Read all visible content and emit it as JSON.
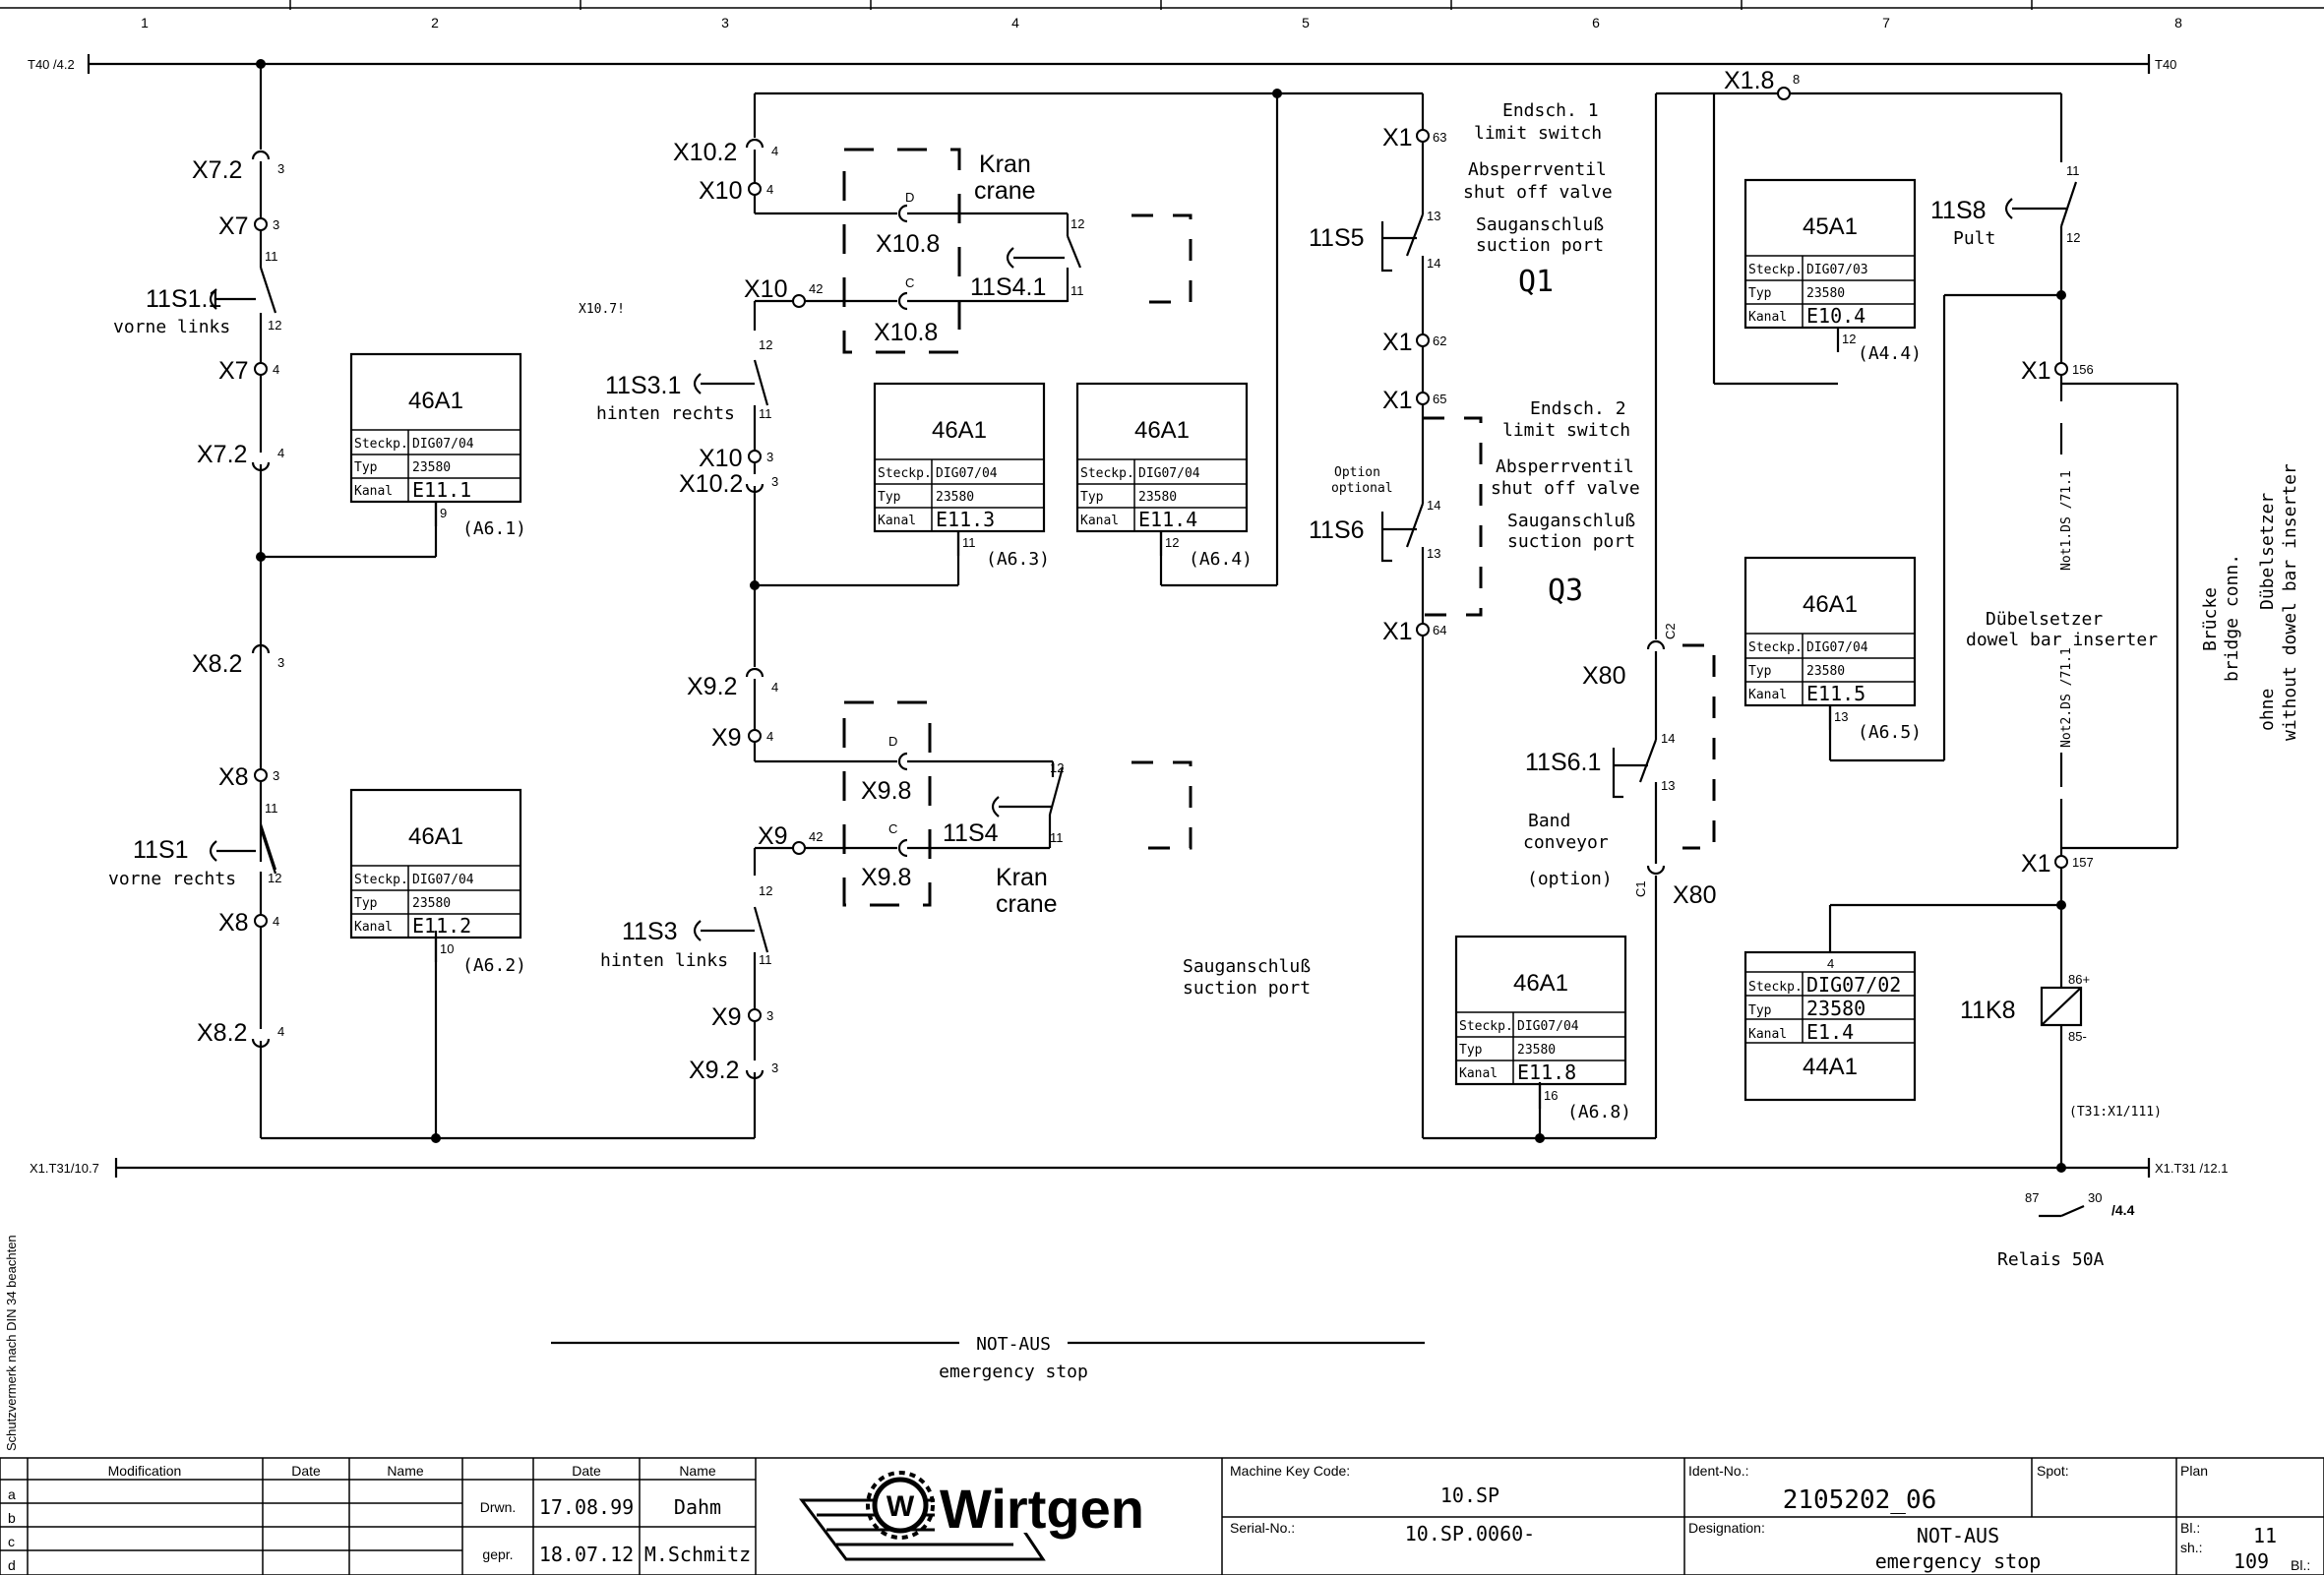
{
  "grid_columns": [
    "1",
    "2",
    "3",
    "4",
    "5",
    "6",
    "7",
    "8"
  ],
  "grid_rows": [
    "a",
    "b",
    "c",
    "d"
  ],
  "rails": {
    "top_left": "T40 /4.2",
    "top_right": "T40",
    "bottom_left": "X1.T31/10.7",
    "bottom_right": "X1.T31 /12.1"
  },
  "side_note": "Schutzvermerk nach DIN 34 beachten",
  "stray_note": "X10.7!",
  "terminals": {
    "x7_2_top": "X7.2",
    "x7_2_top_pin": "3",
    "x7_a": "X7",
    "x7_a_pin": "3",
    "x7_b": "X7",
    "x7_b_pin": "4",
    "x7_2_bot": "X7.2",
    "x7_2_bot_pin": "4",
    "x8_2_top": "X8.2",
    "x8_2_top_pin": "3",
    "x8_a": "X8",
    "x8_a_pin": "3",
    "x8_b": "X8",
    "x8_b_pin": "4",
    "x8_2_bot": "X8.2",
    "x8_2_bot_pin": "4",
    "x10_2_top": "X10.2",
    "x10_2_top_pin": "4",
    "x10_a": "X10",
    "x10_a_pin": "4",
    "x10_b": "X10",
    "x10_b_pin": "42",
    "x10_c": "X10",
    "x10_c_pin": "3",
    "x10_2_bot": "X10.2",
    "x10_2_bot_pin": "3",
    "x10_8_d": "X10.8",
    "x10_8_c": "X10.8",
    "x9_2_top": "X9.2",
    "x9_2_top_pin": "4",
    "x9_a": "X9",
    "x9_a_pin": "4",
    "x9_b": "X9",
    "x9_b_pin": "42",
    "x9_c": "X9",
    "x9_c_pin": "3",
    "x9_2_bot": "X9.2",
    "x9_2_bot_pin": "3",
    "x9_8_d": "X9.8",
    "x9_8_c": "X9.8",
    "x1_63": "X1",
    "x1_63_pin": "63",
    "x1_62": "X1",
    "x1_62_pin": "62",
    "x1_65": "X1",
    "x1_65_pin": "65",
    "x1_64": "X1",
    "x1_64_pin": "64",
    "x1_8": "X1.8",
    "x1_8_pin": "8",
    "x1_156": "X1",
    "x1_156_pin": "156",
    "x1_157": "X1",
    "x1_157_pin": "157",
    "x80_top": "X80",
    "x80_top_pin": "C2",
    "x80_bot": "X80",
    "x80_bot_pin": "C1",
    "letter_d": "D",
    "letter_c": "C"
  },
  "switches": {
    "s11s1_1": {
      "name": "11S1.1",
      "desc": "vorne links",
      "p1": "11",
      "p2": "12"
    },
    "s11s1": {
      "name": "11S1",
      "desc": "vorne rechts",
      "p1": "11",
      "p2": "12"
    },
    "s11s3_1": {
      "name": "11S3.1",
      "desc": "hinten rechts",
      "p1": "12",
      "p2": "11"
    },
    "s11s3": {
      "name": "11S3",
      "desc": "hinten links",
      "p1": "12",
      "p2": "11"
    },
    "s11s4_1": {
      "name": "11S4.1",
      "p1": "12",
      "p2": "11"
    },
    "s11s4": {
      "name": "11S4",
      "p1": "12",
      "p2": "11"
    },
    "s11s5": {
      "name": "11S5",
      "p1": "13",
      "p2": "14"
    },
    "s11s6": {
      "name": "11S6",
      "p1": "14",
      "p2": "13"
    },
    "s11s6_1": {
      "name": "11S6.1",
      "p1": "14",
      "p2": "13"
    },
    "s11s8": {
      "name": "11S8",
      "desc": "Pult",
      "p1": "11",
      "p2": "12"
    }
  },
  "notes": {
    "kran1": "Kran",
    "crane1": "crane",
    "kran2": "Kran",
    "crane2": "crane",
    "endsch1_a": "Endsch. 1",
    "endsch1_b": "limit switch",
    "abs1_a": "Absperrventil",
    "abs1_b": "shut off valve",
    "saug1_a": "Sauganschluß",
    "saug1_b": "suction port",
    "q1": "Q1",
    "endsch2_a": "Endsch. 2",
    "endsch2_b": "limit switch",
    "abs2_a": "Absperrventil",
    "abs2_b": "shut off valve",
    "saug2_a": "Sauganschluß",
    "saug2_b": "suction port",
    "q3": "Q3",
    "option_a": "Option",
    "option_b": "optional",
    "saug3_a": "Sauganschluß",
    "saug3_b": "suction port",
    "band_a": "Band",
    "band_b": "conveyor",
    "band_c": "(option)",
    "dub_a": "Dübelsetzer",
    "dub_b": "dowel bar inserter",
    "bruecke_a": "Brücke",
    "bruecke_b": "bridge conn.",
    "ohne_a": "ohne",
    "ohne_b": "Dübelsetzer",
    "ohne_c": "without dowel bar inserter",
    "notds1": "Not1.DS /71.1",
    "notds2": "Not2.DS /71.1",
    "relay_name": "11K8",
    "relay_p1": "86+",
    "relay_p2": "85-",
    "relay_ref": "(T31:X1/111)",
    "relay_c1": "87",
    "relay_c2": "30",
    "relay_cref": "/4.4",
    "relay_desc": "Relais 50A"
  },
  "modules": [
    {
      "id": "m1",
      "name": "46A1",
      "steckp": "DIG07/04",
      "typ": "23580",
      "kanal": "E11.1",
      "pin": "9",
      "ref": "(A6.1)"
    },
    {
      "id": "m2",
      "name": "46A1",
      "steckp": "DIG07/04",
      "typ": "23580",
      "kanal": "E11.2",
      "pin": "10",
      "ref": "(A6.2)"
    },
    {
      "id": "m3",
      "name": "46A1",
      "steckp": "DIG07/04",
      "typ": "23580",
      "kanal": "E11.3",
      "pin": "11",
      "ref": "(A6.3)"
    },
    {
      "id": "m4",
      "name": "46A1",
      "steckp": "DIG07/04",
      "typ": "23580",
      "kanal": "E11.4",
      "pin": "12",
      "ref": "(A6.4)"
    },
    {
      "id": "m5",
      "name": "46A1",
      "steckp": "DIG07/04",
      "typ": "23580",
      "kanal": "E11.8",
      "pin": "16",
      "ref": "(A6.8)"
    },
    {
      "id": "m6",
      "name": "45A1",
      "steckp": "DIG07/03",
      "typ": "23580",
      "kanal": "E10.4",
      "pin": "12",
      "ref": "(A4.4)"
    },
    {
      "id": "m7",
      "name": "46A1",
      "steckp": "DIG07/04",
      "typ": "23580",
      "kanal": "E11.5",
      "pin": "13",
      "ref": "(A6.5)"
    },
    {
      "id": "m8",
      "name": "44A1",
      "steckp": "DIG07/02",
      "typ": "23580",
      "kanal": "E1.4",
      "pin": "4",
      "ref": ""
    }
  ],
  "module_field_labels": {
    "steckp": "Steckp.",
    "typ": "Typ",
    "kanal": "Kanal"
  },
  "sheet_title": {
    "de": "NOT-AUS",
    "en": "emergency stop"
  },
  "title_block": {
    "modification": "Modification",
    "date": "Date",
    "name": "Name",
    "col_date": "Date",
    "col_name": "Name",
    "drwn": "Drwn.",
    "drwn_date": "17.08.99",
    "drwn_name": "Dahm",
    "gepr": "gepr.",
    "gepr_date": "18.07.12",
    "gepr_name": "M.Schmitz",
    "logo": "Wirtgen",
    "machine_key_label": "Machine Key Code:",
    "machine_key": "10.SP",
    "serial_label": "Serial-No.:",
    "serial": "10.SP.0060-",
    "ident_label": "Ident-No.:",
    "ident": "2105202_06",
    "spot_label": "Spot:",
    "plan_label": "Plan",
    "designation_label": "Designation:",
    "designation_de": "NOT-AUS",
    "designation_en": "emergency stop",
    "bl_label": "Bl.:",
    "bl": "11",
    "sh_label": "sh.:",
    "sh": "109",
    "bl2_label": "Bl.:"
  }
}
